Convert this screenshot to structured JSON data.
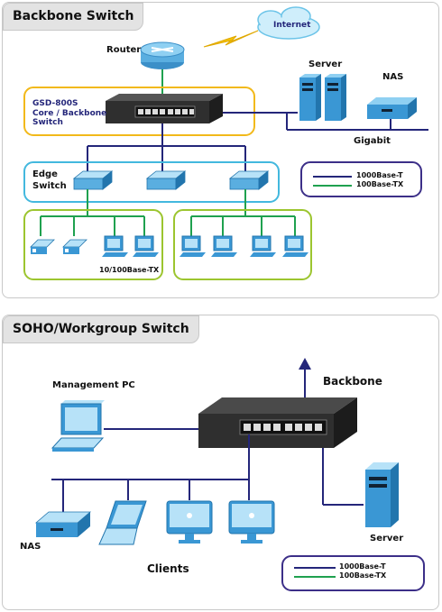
{
  "section1": {
    "title": "Backbone Switch",
    "internet": "Internet",
    "router": "Router",
    "core_switch": [
      "GSD-800S",
      "Core / Backbone",
      "Switch"
    ],
    "server": "Server",
    "nas": "NAS",
    "gigabit": "Gigabit",
    "edge_switch": [
      "Edge",
      "Switch"
    ],
    "base_tx": "10/100Base-TX",
    "legend": {
      "t": "1000Base-T",
      "tx": "100Base-TX"
    }
  },
  "section2": {
    "title": "SOHO/Workgroup Switch",
    "management_pc": "Management PC",
    "backbone": "Backbone",
    "nas": "NAS",
    "clients": "Clients",
    "server": "Server",
    "legend": {
      "t": "1000Base-T",
      "tx": "100Base-TX"
    }
  },
  "colors": {
    "blue_link": "#24267a",
    "green_link": "#1fa14f",
    "yellow_box": "#f2b91a",
    "cyan_box": "#43b8de",
    "lime_box": "#9cc52f",
    "purple_box": "#3c2f88"
  }
}
